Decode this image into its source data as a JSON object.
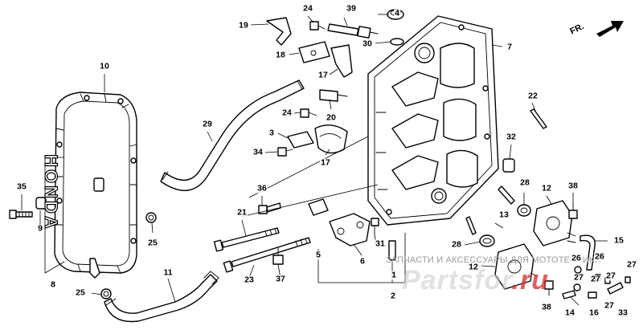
{
  "diagram": {
    "direction_label": "FR.",
    "cover_lettering": "HONDA",
    "watermark": {
      "text": "ЗАПЧАСТИ И АКСЕССУАРЫ ДЛЯ МОТОТЕХНИКИ",
      "logo_main": "Partsfor",
      "logo_tld": ".ru"
    },
    "callouts": [
      "24",
      "39",
      "4",
      "19",
      "30",
      "7",
      "18",
      "17",
      "10",
      "29",
      "22",
      "24",
      "20",
      "3",
      "34",
      "17",
      "32",
      "35",
      "28",
      "12",
      "38",
      "36",
      "9",
      "21",
      "25",
      "13",
      "15",
      "28",
      "31",
      "5",
      "6",
      "12",
      "23",
      "37",
      "8",
      "11",
      "1",
      "25",
      "14",
      "27",
      "26",
      "16",
      "27",
      "33",
      "2",
      "38",
      "27",
      "26",
      "27",
      "27"
    ],
    "colors": {
      "line": "#000000",
      "watermark_text": "#9a9a9a",
      "watermark_tld": "#d62828"
    }
  }
}
